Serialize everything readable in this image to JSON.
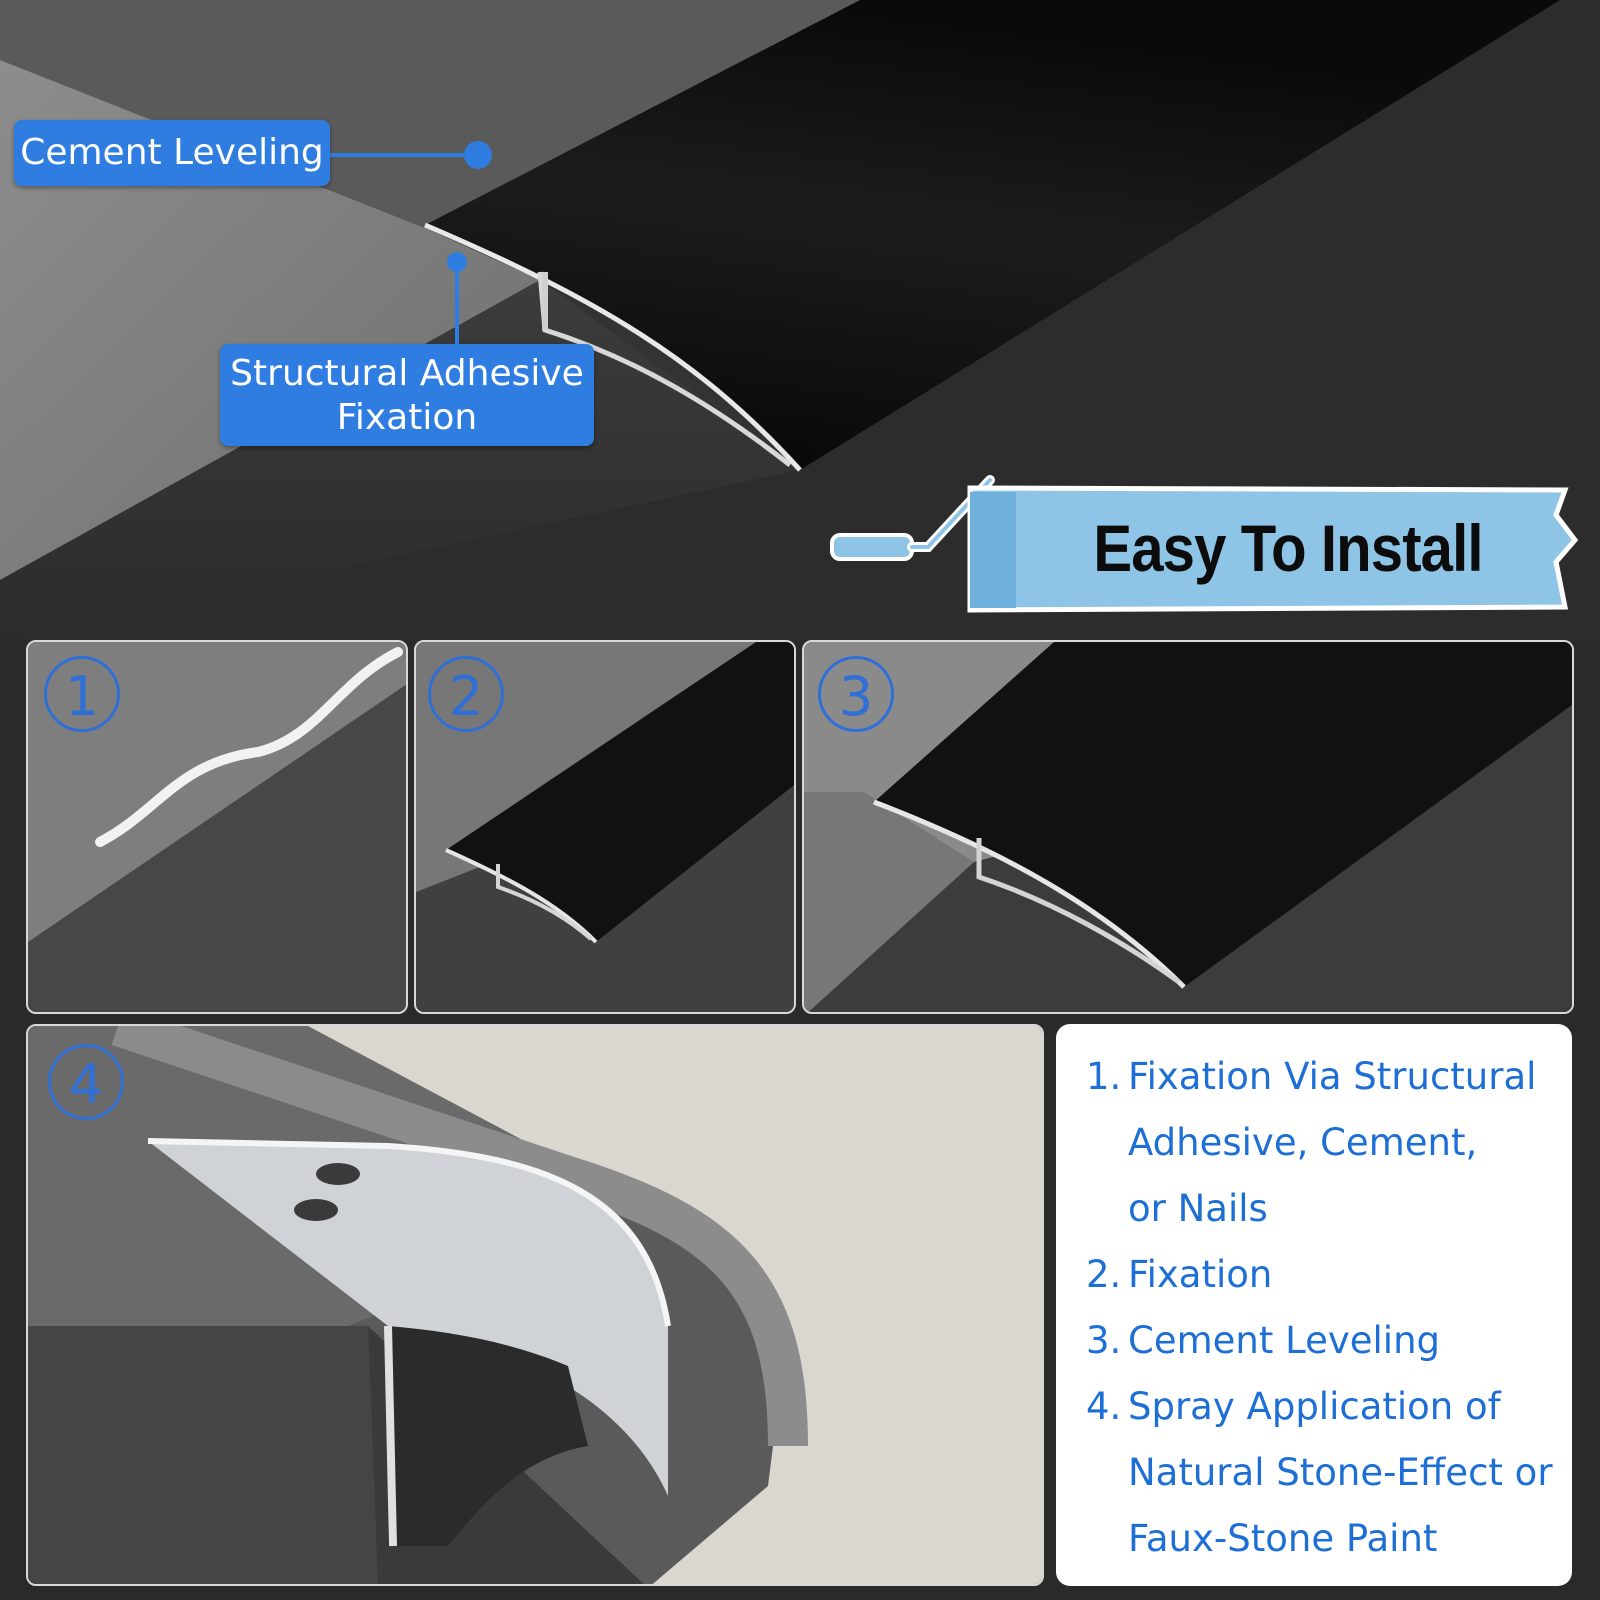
{
  "hero": {
    "labels": {
      "cement_leveling": "Cement Leveling",
      "structural_adhesive_line1": "Structural Adhesive",
      "structural_adhesive_line2": "Fixation"
    },
    "banner_title": "Easy To Install",
    "colors": {
      "label_blue": "#2f7de1",
      "banner_blue": "#8ec4e6",
      "profile_black": "#0d0d0d"
    }
  },
  "panels": [
    {
      "number": "1",
      "description_icon": "adhesive-bead"
    },
    {
      "number": "2",
      "description_icon": "profile-placement"
    },
    {
      "number": "3",
      "description_icon": "cement-leveling"
    },
    {
      "number": "4",
      "description_icon": "stone-effect-finish"
    }
  ],
  "steps": [
    {
      "n": "1.",
      "lines": [
        "Fixation Via Structural",
        "Adhesive, Cement,",
        "or Nails"
      ]
    },
    {
      "n": "2.",
      "lines": [
        "Fixation"
      ]
    },
    {
      "n": "3.",
      "lines": [
        "Cement Leveling"
      ]
    },
    {
      "n": "4.",
      "lines": [
        "Spray Application of",
        "Natural Stone-Effect or",
        "Faux-Stone Paint"
      ]
    }
  ]
}
